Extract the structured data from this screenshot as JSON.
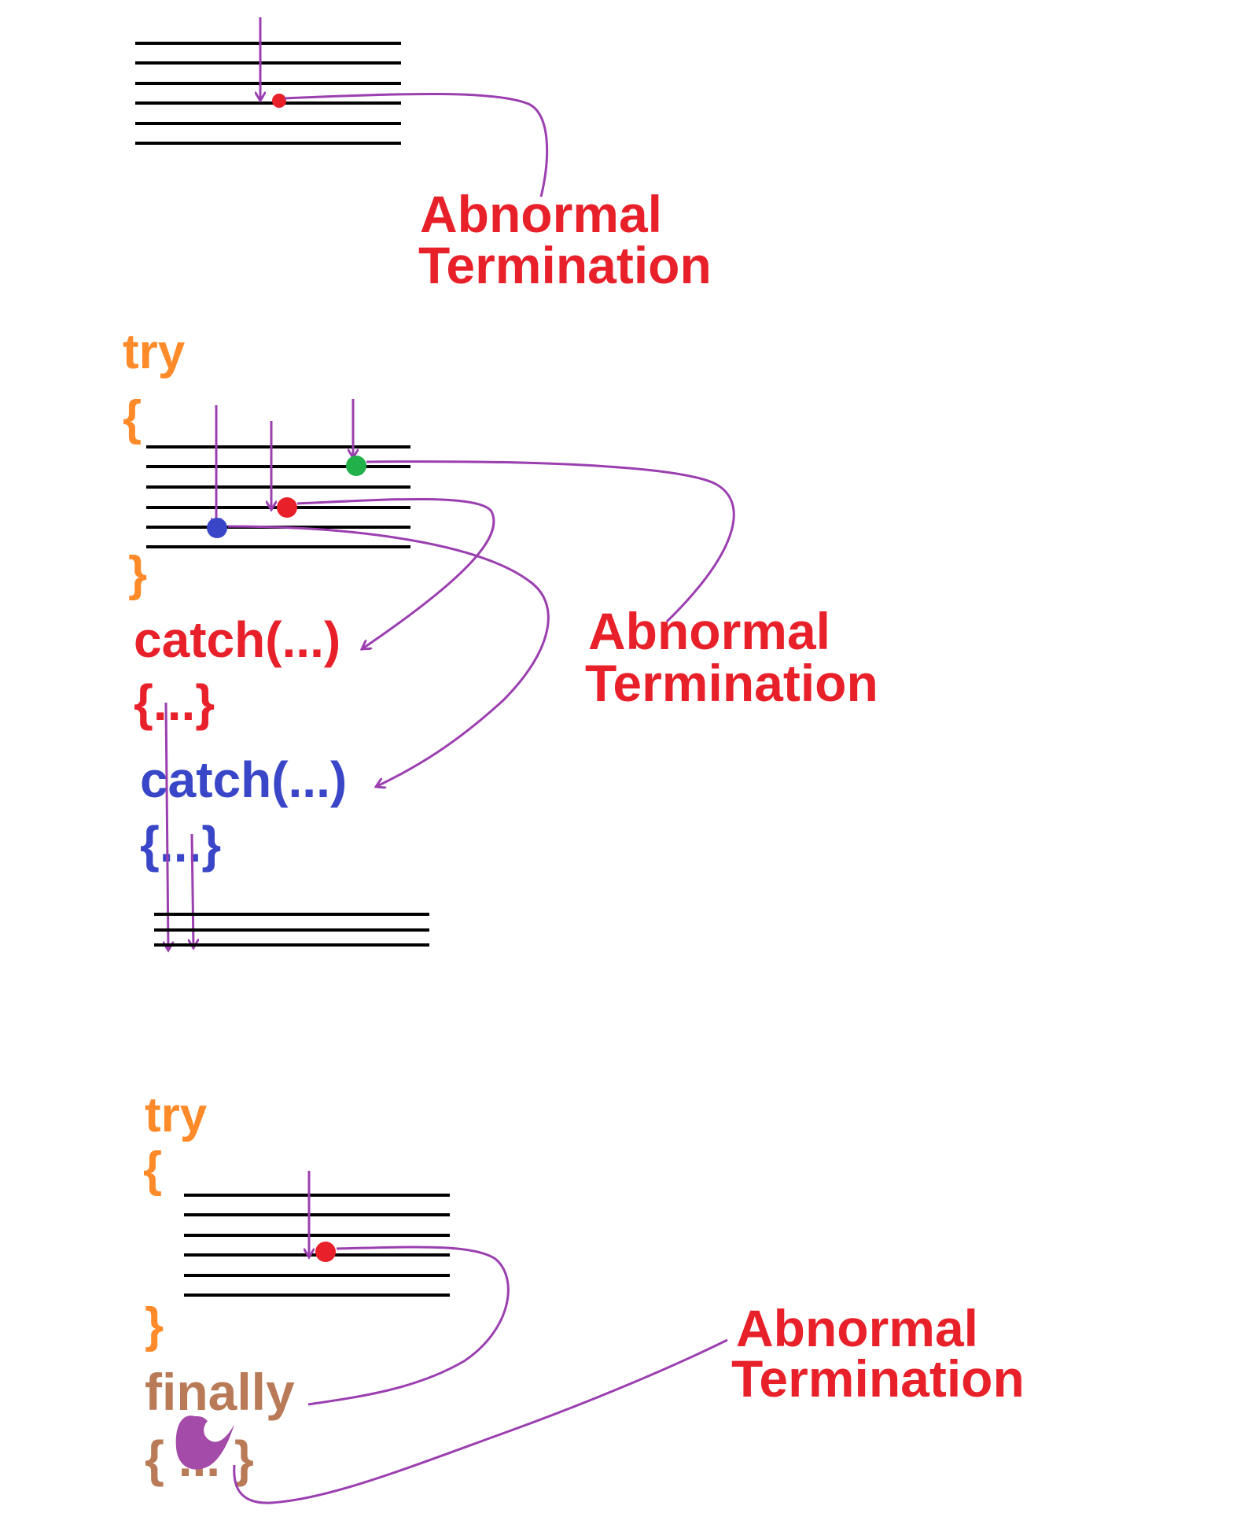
{
  "colors": {
    "line": "#000000",
    "arrow": "#9b3fb0",
    "red": "#e8202a",
    "green": "#22b04a",
    "blue": "#3a46c8",
    "orange": "#ff8a2a",
    "brown": "#b97a57",
    "blob": "#a44aa8"
  },
  "section1": {
    "label_line1": "Abnormal",
    "label_line2": "Termination"
  },
  "section2": {
    "try_kw": "try",
    "open_brace": "{",
    "close_brace": "}",
    "catch1": "catch(...)",
    "catch1_body": "{...}",
    "catch2": "catch(...)",
    "catch2_body": "{...}",
    "label_line1": "Abnormal",
    "label_line2": "Termination"
  },
  "section3": {
    "try_kw": "try",
    "open_brace": "{",
    "close_brace": "}",
    "finally_kw": "finally",
    "finally_body": "{ ... }",
    "label_line1": "Abnormal",
    "label_line2": "Termination"
  }
}
